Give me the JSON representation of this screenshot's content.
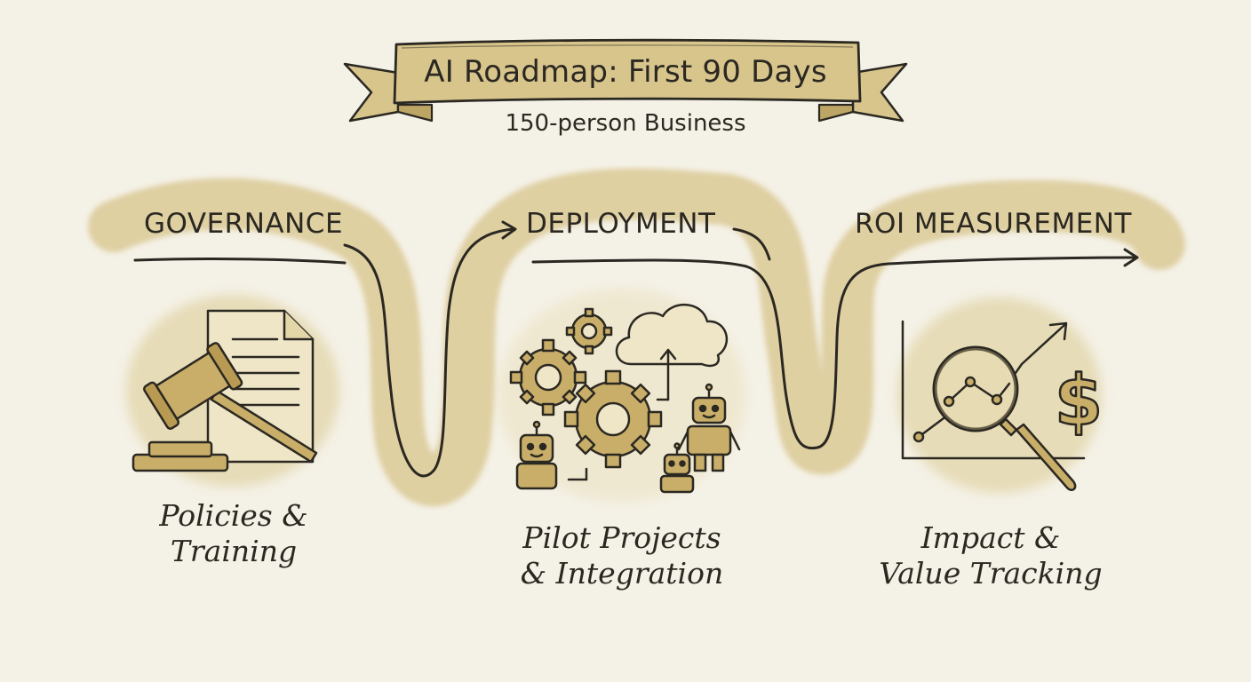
{
  "header": {
    "title": "AI Roadmap: First 90 Days",
    "subtitle": "150-person Business"
  },
  "phases": [
    {
      "label": "GOVERNANCE",
      "caption_line1": "Policies &",
      "caption_line2": "Training",
      "icon": "gavel-document-icon"
    },
    {
      "label": "DEPLOYMENT",
      "caption_line1": "Pilot Projects",
      "caption_line2": "& Integration",
      "icon": "gears-cloud-robots-icon"
    },
    {
      "label": "ROI MEASUREMENT",
      "caption_line1": "Impact &",
      "caption_line2": "Value Tracking",
      "icon": "magnifier-chart-dollar-icon"
    }
  ],
  "colors": {
    "background": "#f4f1e6",
    "watercolor": "#d8c58c",
    "ink": "#2b2822",
    "icon_fill": "#c8ae68"
  }
}
